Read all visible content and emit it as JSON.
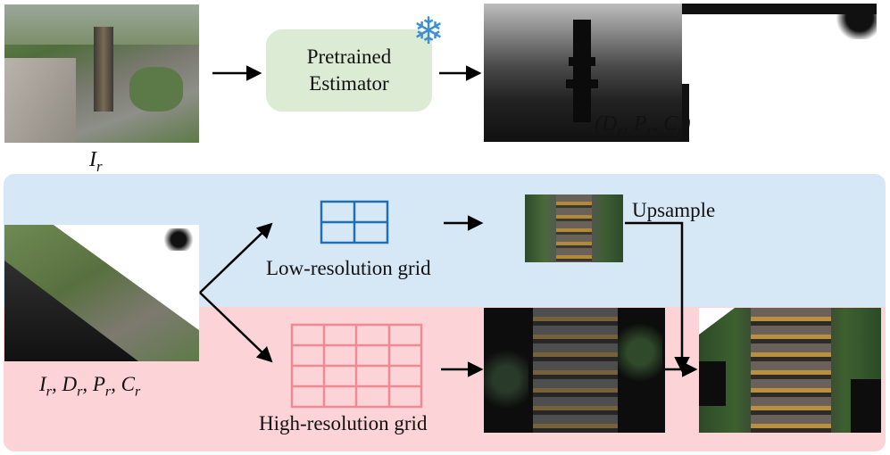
{
  "top": {
    "input_label": "I_r",
    "estimator": {
      "line1": "Pretrained",
      "line2": "Estimator"
    },
    "output_label": "(D_r, P_r, C_r)",
    "snowflake_icon": "snowflake-icon"
  },
  "bottom": {
    "input_label": "I_r, D_r, P_r, C_r",
    "low_res_label": "Low-resolution grid",
    "high_res_label": "High-resolution grid",
    "upsample_label": "Upsample"
  },
  "colors": {
    "blue_panel": "#d6e8f5",
    "pink_panel": "#fcd3d6",
    "estimator_box": "#dcebd3",
    "low_grid": "#1f6fb5",
    "high_grid": "#f08a92",
    "snowflake": "#3a8fd6"
  }
}
